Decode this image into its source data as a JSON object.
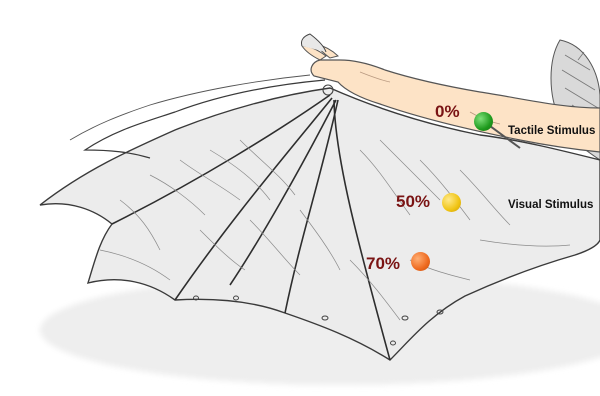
{
  "labels": {
    "tactile_pct": "0%",
    "visual_pct": "50%",
    "lower_pct": "70%",
    "tactile_stimulus": "Tactile Stimulus",
    "visual_stimulus": "Visual Stimulus"
  },
  "colors": {
    "percent_text": "#7a1414",
    "dot_green": "#1f9a1d",
    "dot_yellow": "#f0c413",
    "dot_orange": "#ee6a1f",
    "arm_skin": "#fde3c6",
    "wing_membrane": "#e9e9e9"
  }
}
